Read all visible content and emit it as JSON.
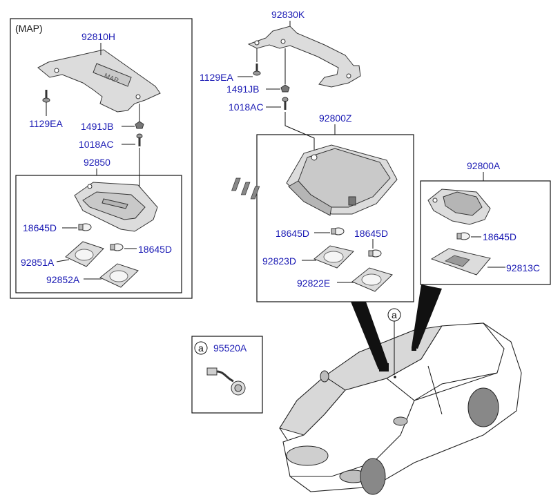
{
  "map_group": {
    "title": "(MAP)",
    "parts": {
      "bracket": "92810H",
      "screw": "1129EA",
      "nut": "1491JB",
      "bolt": "1018AC",
      "lamp_assy": "92850",
      "bulb_left": "18645D",
      "bulb_right": "18645D",
      "lens_1": "92851A",
      "lens_2": "92852A"
    }
  },
  "center_group": {
    "parts": {
      "bracket": "92830K",
      "screw": "1129EA",
      "nut": "1491JB",
      "bolt": "1018AC",
      "lamp_assy": "92800Z",
      "bulb_left": "18645D",
      "bulb_right": "18645D",
      "lens_1": "92823D",
      "lens_2": "92822E"
    }
  },
  "room_group": {
    "parts": {
      "lamp_assy": "92800A",
      "bulb": "18645D",
      "lens": "92813C"
    }
  },
  "callout": {
    "marker": "a",
    "part": "95520A"
  },
  "colors": {
    "label": "#1a1ab4",
    "line": "#111111"
  }
}
